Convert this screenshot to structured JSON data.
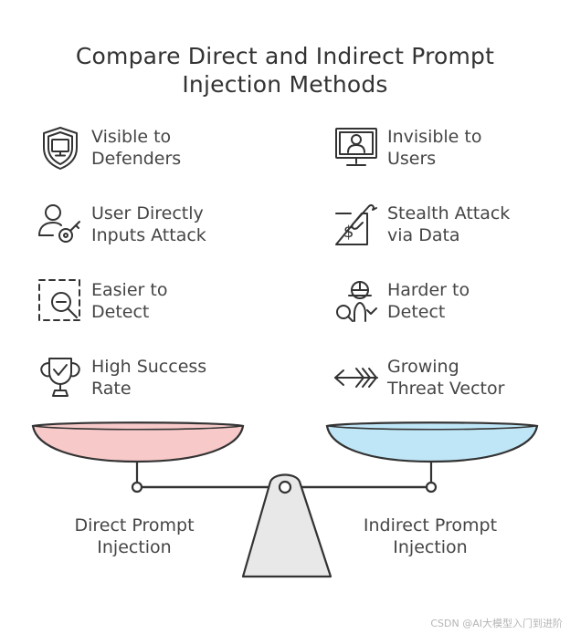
{
  "title": {
    "line1": "Compare Direct and Indirect Prompt",
    "line2": "Injection Methods"
  },
  "left_items": [
    {
      "line1": "Visible to",
      "line2": "Defenders",
      "icon": "shield-monitor-icon"
    },
    {
      "line1": "User Directly",
      "line2": "Inputs Attack",
      "icon": "user-key-icon"
    },
    {
      "line1": "Easier to",
      "line2": "Detect",
      "icon": "magnifier-frame-icon"
    },
    {
      "line1": "High Success",
      "line2": "Rate",
      "icon": "trophy-check-icon"
    }
  ],
  "right_items": [
    {
      "line1": "Invisible to",
      "line2": "Users",
      "icon": "monitor-user-icon"
    },
    {
      "line1": "Stealth Attack",
      "line2": "via Data",
      "icon": "hand-dollar-icon"
    },
    {
      "line1": "Harder to",
      "line2": "Detect",
      "icon": "detective-search-icon"
    },
    {
      "line1": "Growing",
      "line2": "Threat Vector",
      "icon": "arrow-icon"
    }
  ],
  "scale": {
    "left_label": {
      "line1": "Direct Prompt",
      "line2": "Injection"
    },
    "right_label": {
      "line1": "Indirect Prompt",
      "line2": "Injection"
    },
    "left_pan_color": "#f7c9c9",
    "right_pan_color": "#bfe6f7",
    "stand_color": "#e8e8e8"
  },
  "footer": "CSDN @AI大模型入门到进阶"
}
